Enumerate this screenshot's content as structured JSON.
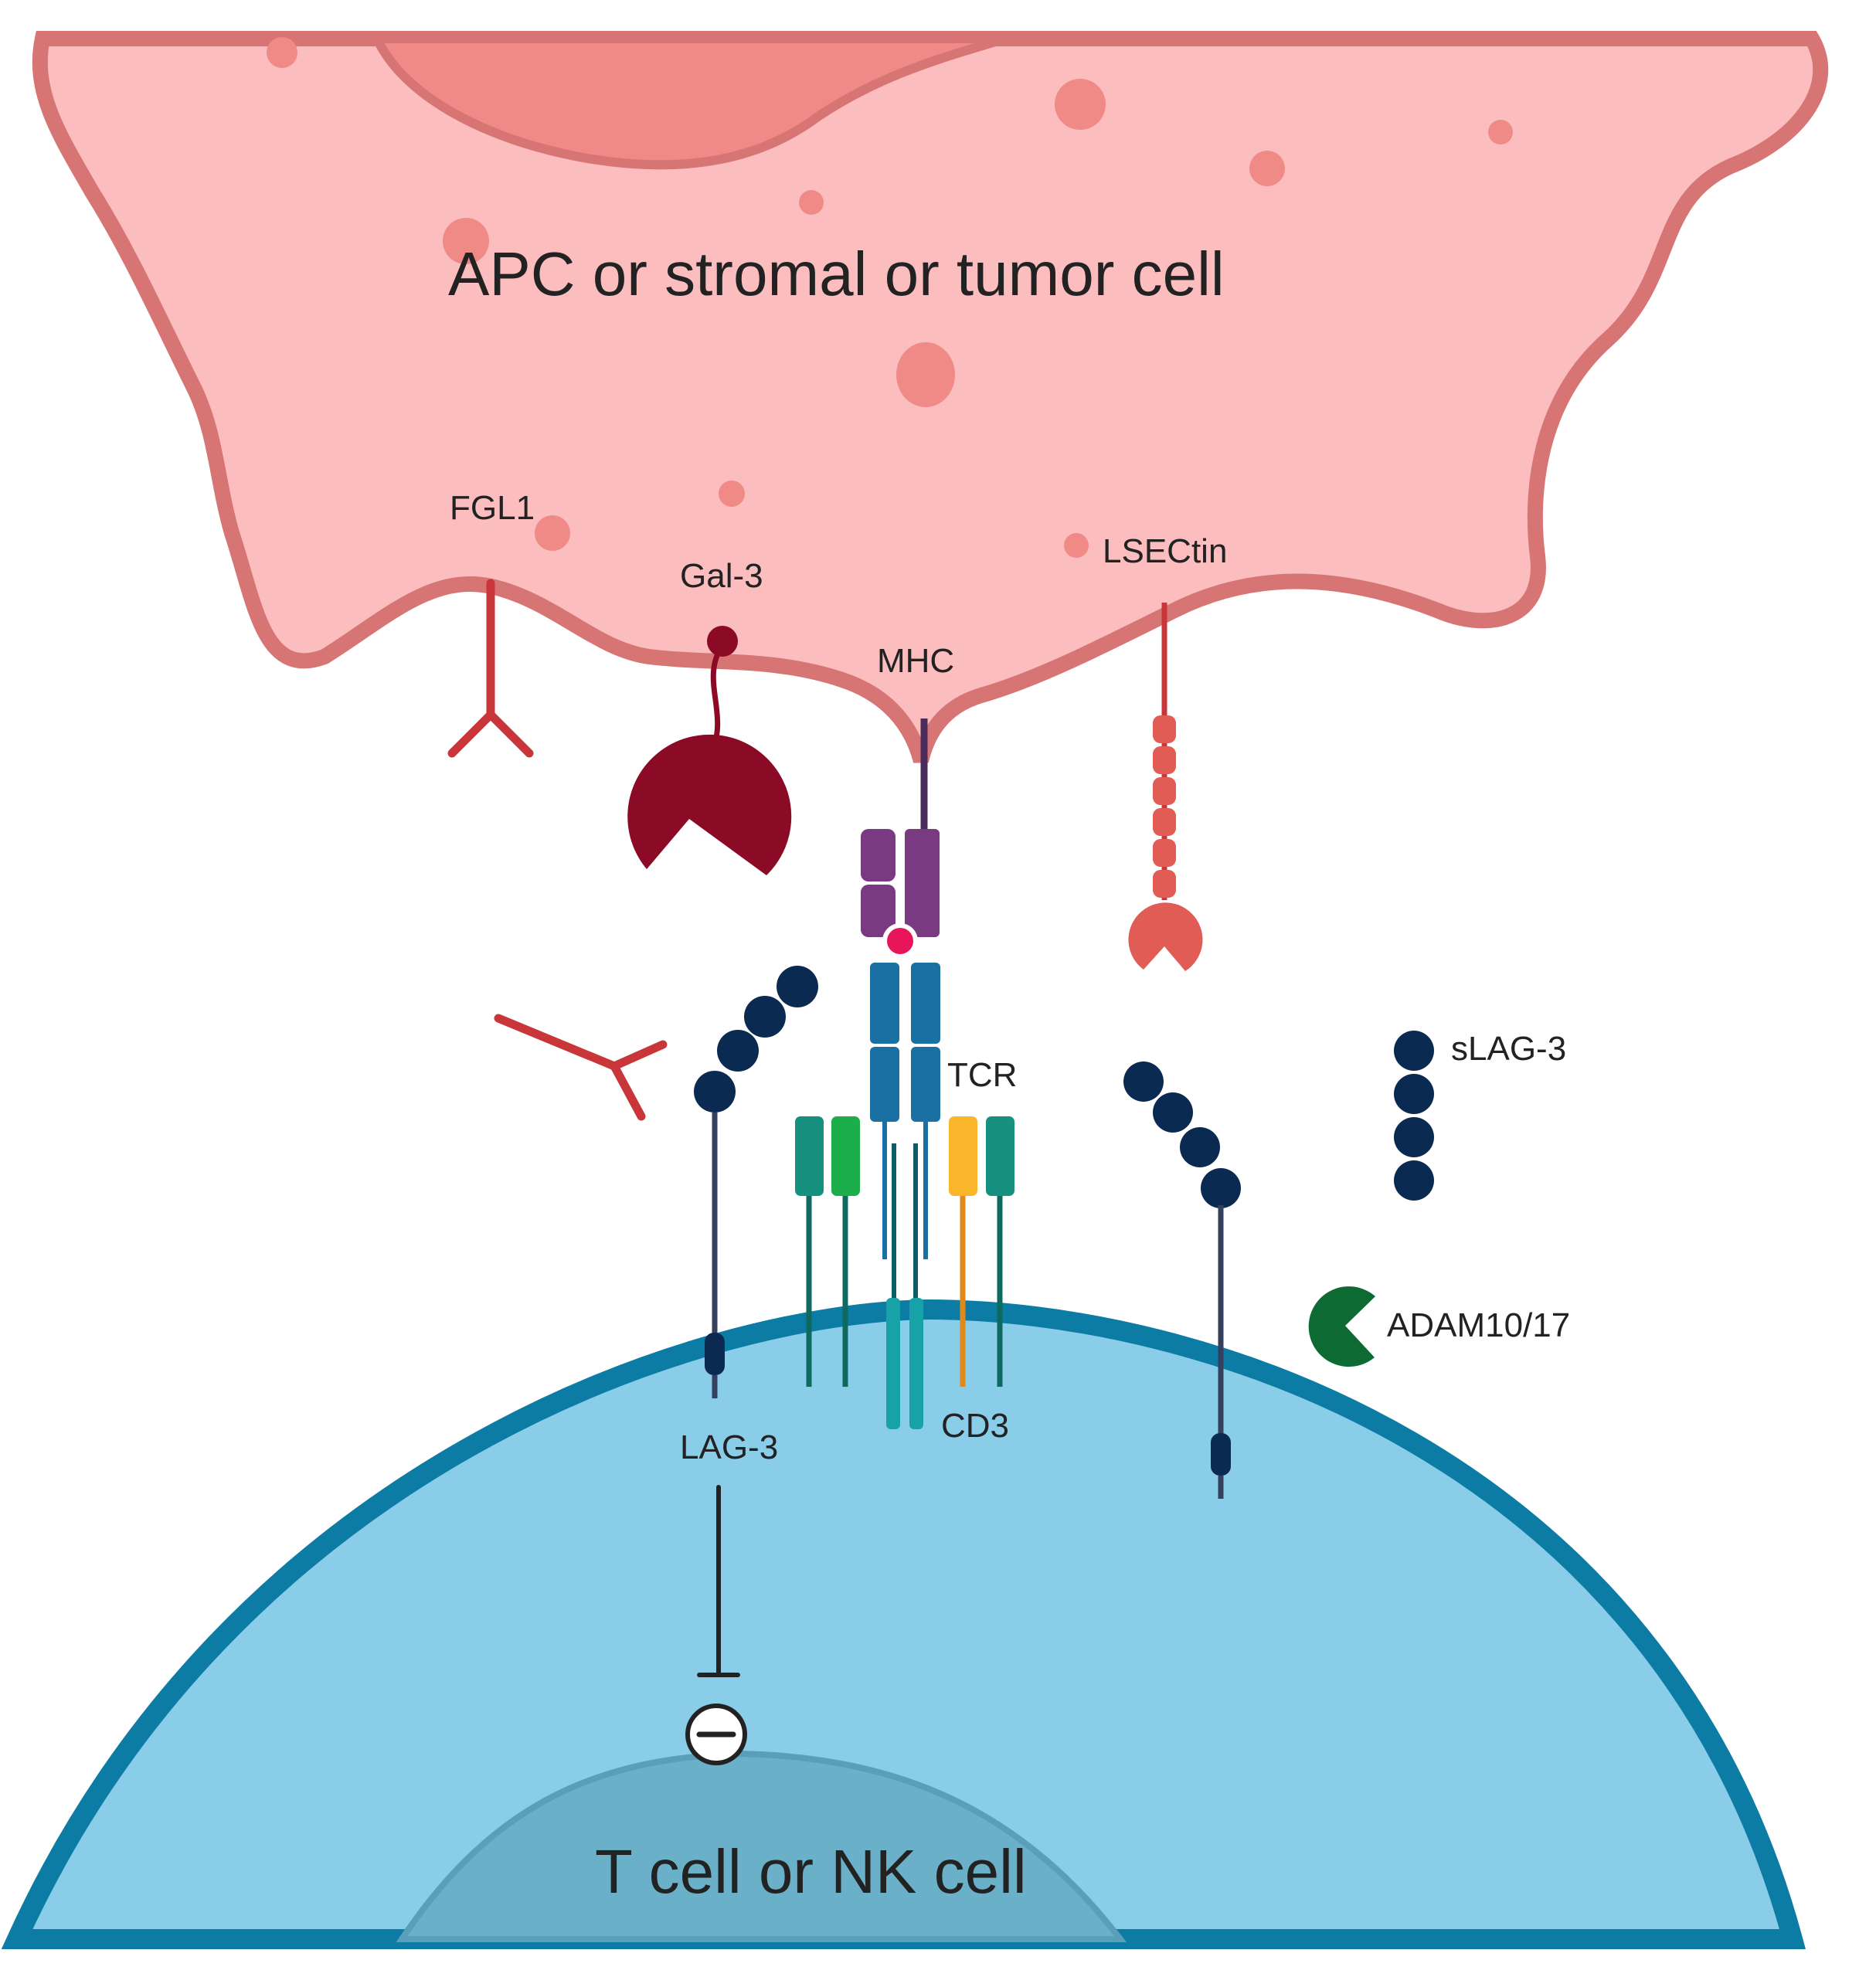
{
  "cells": {
    "top_cell": "APC or stromal or tumor cell",
    "bottom_cell": "T cell or NK cell"
  },
  "molecules": {
    "fgl1": "FGL1",
    "gal3": "Gal-3",
    "mhc": "MHC",
    "lsectin": "LSECtin",
    "tcr": "TCR",
    "cd3": "CD3",
    "lag3": "LAG-3",
    "slag3": "sLAG-3",
    "adam": "ADAM10/17"
  },
  "colors": {
    "apc_fill": "#fbbdbe",
    "apc_border": "#d77474",
    "apc_nucleus": "#ef8a87",
    "t_cell_fill": "#8acde9",
    "t_cell_border": "#0c7ca5",
    "t_nucleus": "#6ab0c9",
    "fgl1": "#c8363a",
    "gal3": "#8b0a26",
    "mhc": "#7a3a82",
    "peptide": "#e8155a",
    "tcr": "#1a6fa3",
    "lag3": "#0b2a52",
    "cd3_teal": "#17917f",
    "cd3_green": "#1cae4a",
    "cd3_orange": "#fbb52a",
    "adam": "#0d6a33"
  }
}
